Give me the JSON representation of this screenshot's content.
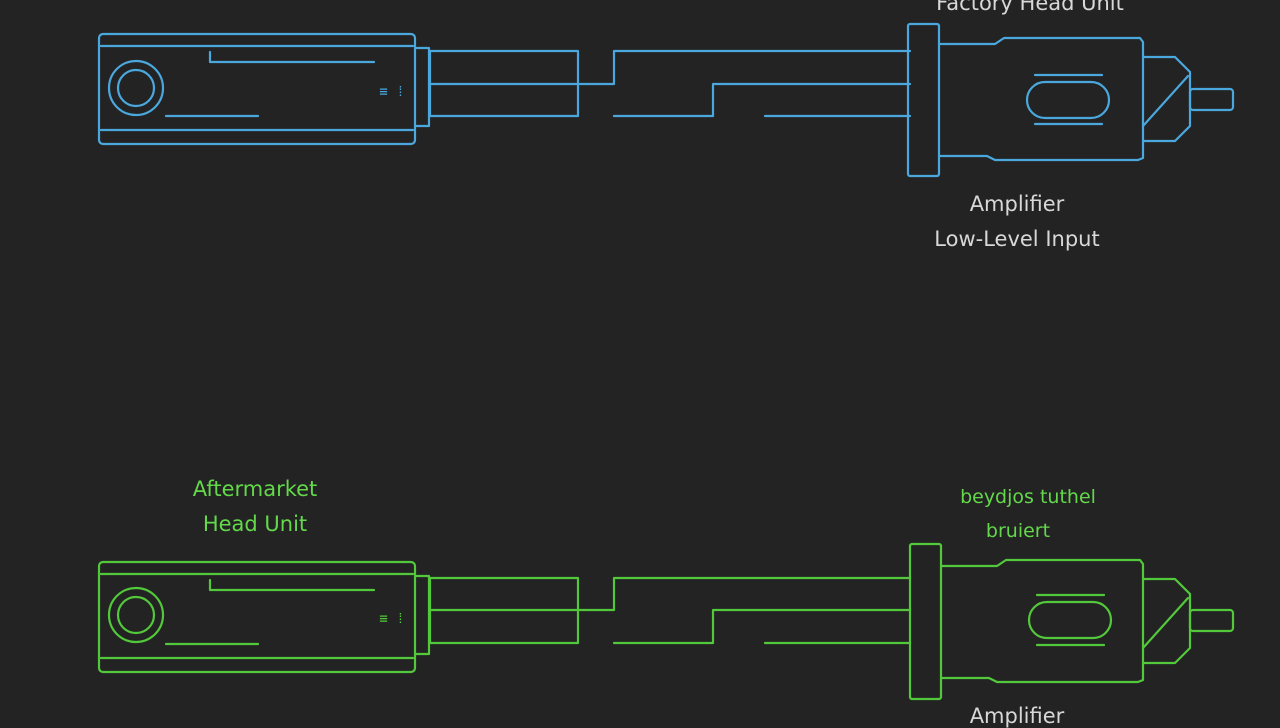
{
  "colors": {
    "background": "#232323",
    "top_stroke": "#4aa8de",
    "bottom_stroke": "#52c83a",
    "text_light": "#d8d8d8",
    "text_green": "#63d84a"
  },
  "top_diagram": {
    "connector_label": "Factory Head Unit",
    "amp_label_line1": "Amplifier",
    "amp_label_line2": "Low-Level Input",
    "device_mark": "≡ ⁞"
  },
  "bottom_diagram": {
    "head_label_line1": "Aftermarket",
    "head_label_line2": "Head Unit",
    "connector_label_line1": "beydjos tuthel",
    "connector_label_line2": "bruiert",
    "amp_label": "Amplifier",
    "device_mark": "≡ ⁞"
  }
}
